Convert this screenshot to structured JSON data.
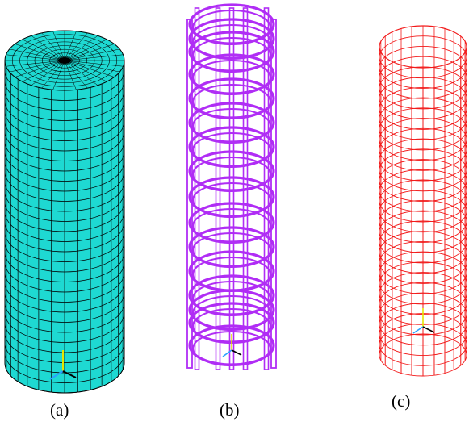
{
  "panels": [
    {
      "id": "a",
      "caption": "(a)",
      "model": "concrete-solid-cylinder-mesh",
      "color": "#1ed9d2"
    },
    {
      "id": "b",
      "caption": "(b)",
      "model": "reinforcement-cage",
      "color": "#b02df5"
    },
    {
      "id": "c",
      "caption": "(c)",
      "model": "wireframe-cylinder-mesh",
      "color": "#f21a1a"
    }
  ]
}
